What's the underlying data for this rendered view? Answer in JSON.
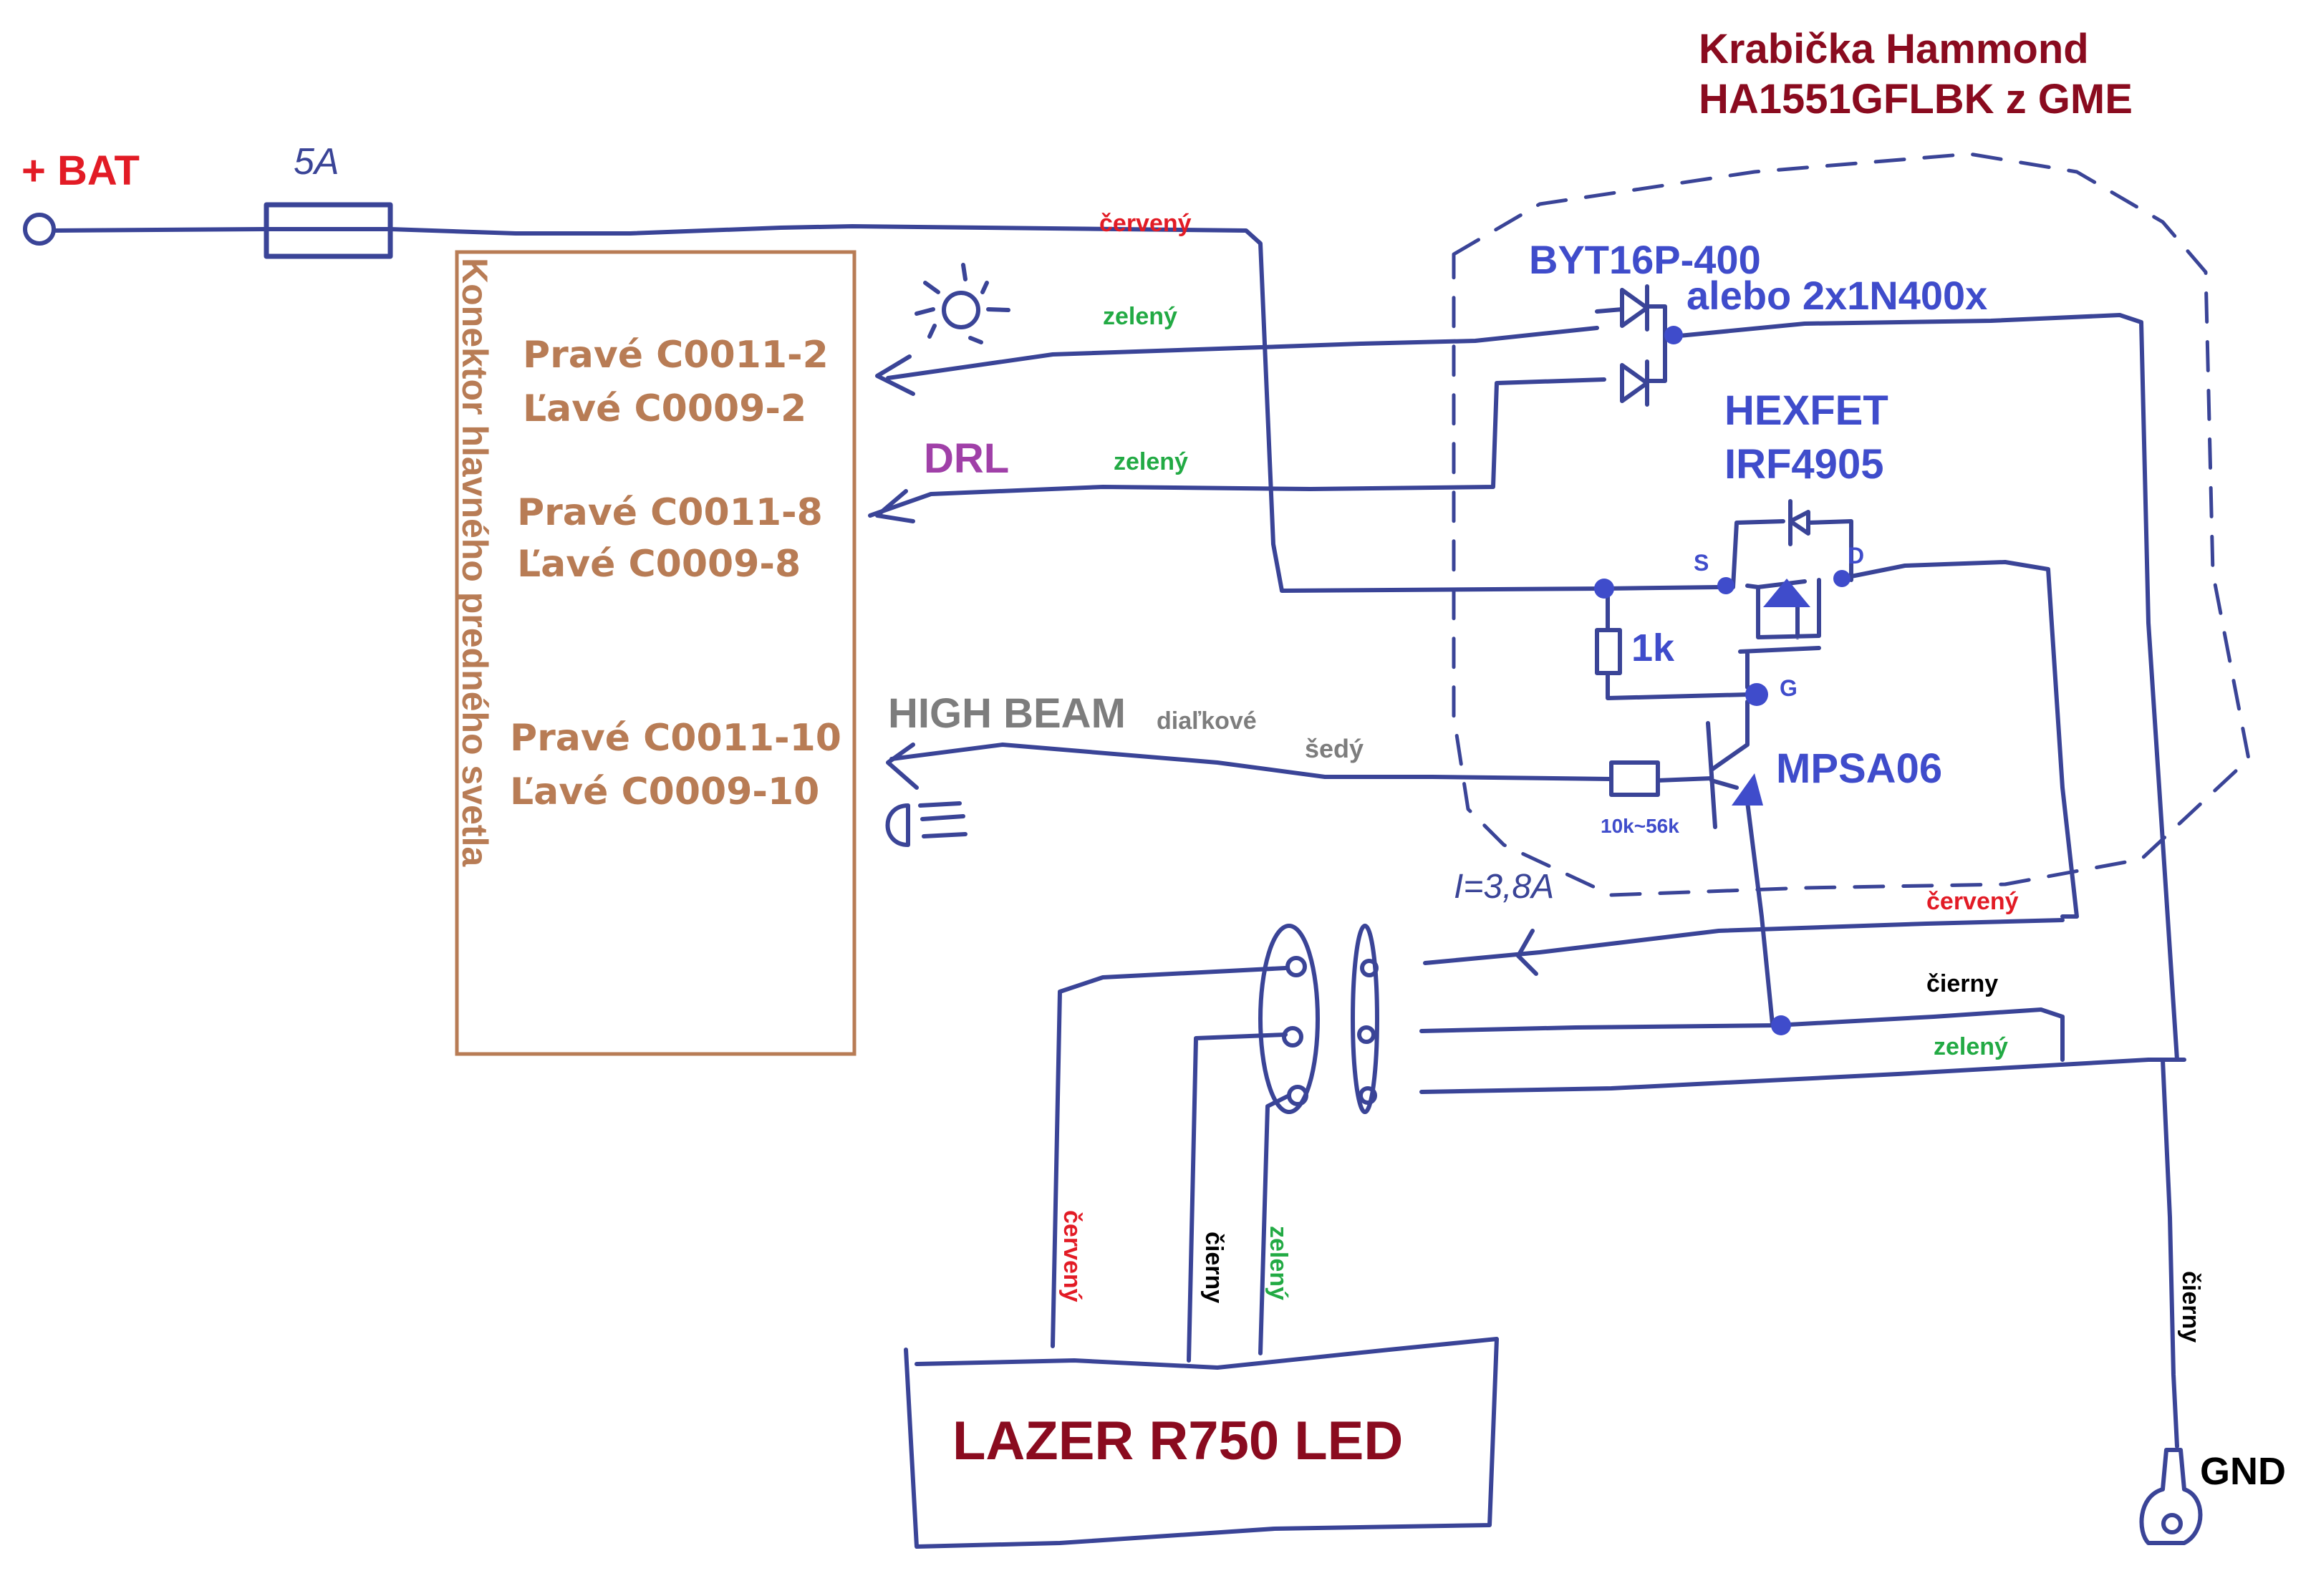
{
  "title": {
    "line1": "Krabička Hammond",
    "line2": "HA1551GFLBK z GME"
  },
  "battery": {
    "label": "+ BAT"
  },
  "fuse": {
    "label": "5A"
  },
  "headlight_connector": {
    "title": "Konektor hlavného predného svetla",
    "pins": [
      {
        "right": "Pravé C0011-2",
        "left": "Ľavé C0009-2"
      },
      {
        "right": "Pravé C0011-8",
        "left": "Ľavé C0009-8"
      },
      {
        "right": "Pravé C0011-10",
        "left": "Ľavé C0009-10"
      }
    ]
  },
  "signals": {
    "drl": "DRL",
    "high_beam": "HIGH BEAM",
    "high_beam_sub": "diaľkové"
  },
  "wire_colors": {
    "red_top": "červený",
    "green_low_beam": "zelený",
    "green_drl": "zelený",
    "grey_high_beam": "šedý",
    "red_out": "červený",
    "black_out": "čierny",
    "green_out": "zelený",
    "led_red": "červený",
    "led_black": "čierny",
    "led_green": "zelený",
    "gnd_black": "čierny"
  },
  "components": {
    "diode": {
      "part": "BYT16P-400",
      "alt": "alebo 2x1N400x"
    },
    "mosfet": {
      "type": "HEXFET",
      "part": "IRF4905",
      "pin_s": "S",
      "pin_d": "D",
      "pin_g": "G"
    },
    "resistor_gate": {
      "value": "1k"
    },
    "transistor": {
      "part": "MPSA06"
    },
    "resistor_base": {
      "value": "10k~56k"
    },
    "current_note": "I=3,8A"
  },
  "lamp": {
    "label": "LAZER R750 LED"
  },
  "ground": {
    "label": "GND"
  },
  "colors": {
    "ink": "#3a4497",
    "component_blue": "#3f4ccb",
    "connector_brown": "#b87c55",
    "title_maroon": "#8a0b1f",
    "wire_red": "#e21b25",
    "wire_green": "#22aa44",
    "drl_purple": "#a040a8",
    "high_beam_grey": "#7d7d7d"
  }
}
